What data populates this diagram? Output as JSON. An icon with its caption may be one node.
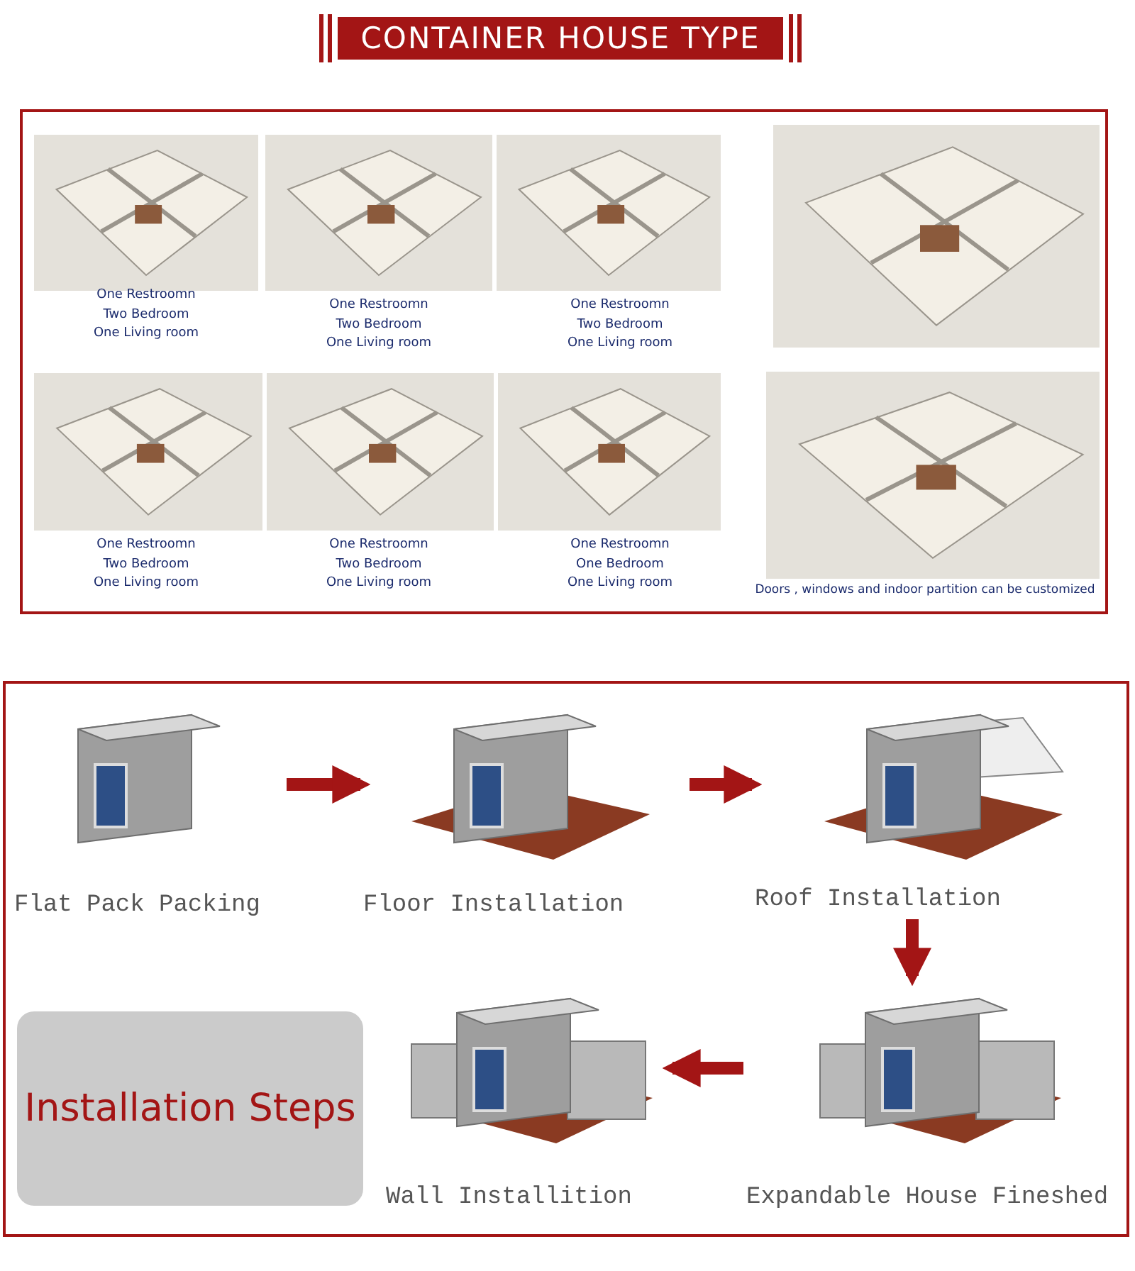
{
  "diagram": {
    "title": "CONTAINER HOUSE TYPE",
    "nodes": [
      {
        "text": [
          "Flat Pack Packing"
        ]
      },
      {
        "text": [
          "Floor Installation"
        ]
      },
      {
        "text": [
          "Roof Installation"
        ]
      },
      {
        "text": [
          "Installation Steps"
        ]
      },
      {
        "text": [
          "Wall Installition"
        ]
      },
      {
        "text": [
          "Expandable House Fineshed"
        ]
      }
    ],
    "edges": [
      {
        "from": 0,
        "to": 1,
        "arrow": "to"
      },
      {
        "from": 1,
        "to": 2,
        "arrow": "to"
      },
      {
        "from": 2,
        "to": 5,
        "arrow": "to"
      },
      {
        "from": 5,
        "to": 4,
        "arrow": "to"
      }
    ],
    "labels": [
      "One Restroomn",
      "Two Bedroom",
      "One Living room",
      "One Restroomn",
      "Two Bedroom",
      "One Living room",
      "One Restroomn",
      "Two Bedroom",
      "One Living room",
      "One Restroomn",
      "Two Bedroom",
      "One Living room",
      "One Restroomn",
      "Two Bedroom",
      "One Living room",
      "One Restroomn",
      "One Bedroom",
      "One Living room",
      "Doors , windows and indoor partition can be customized"
    ]
  }
}
